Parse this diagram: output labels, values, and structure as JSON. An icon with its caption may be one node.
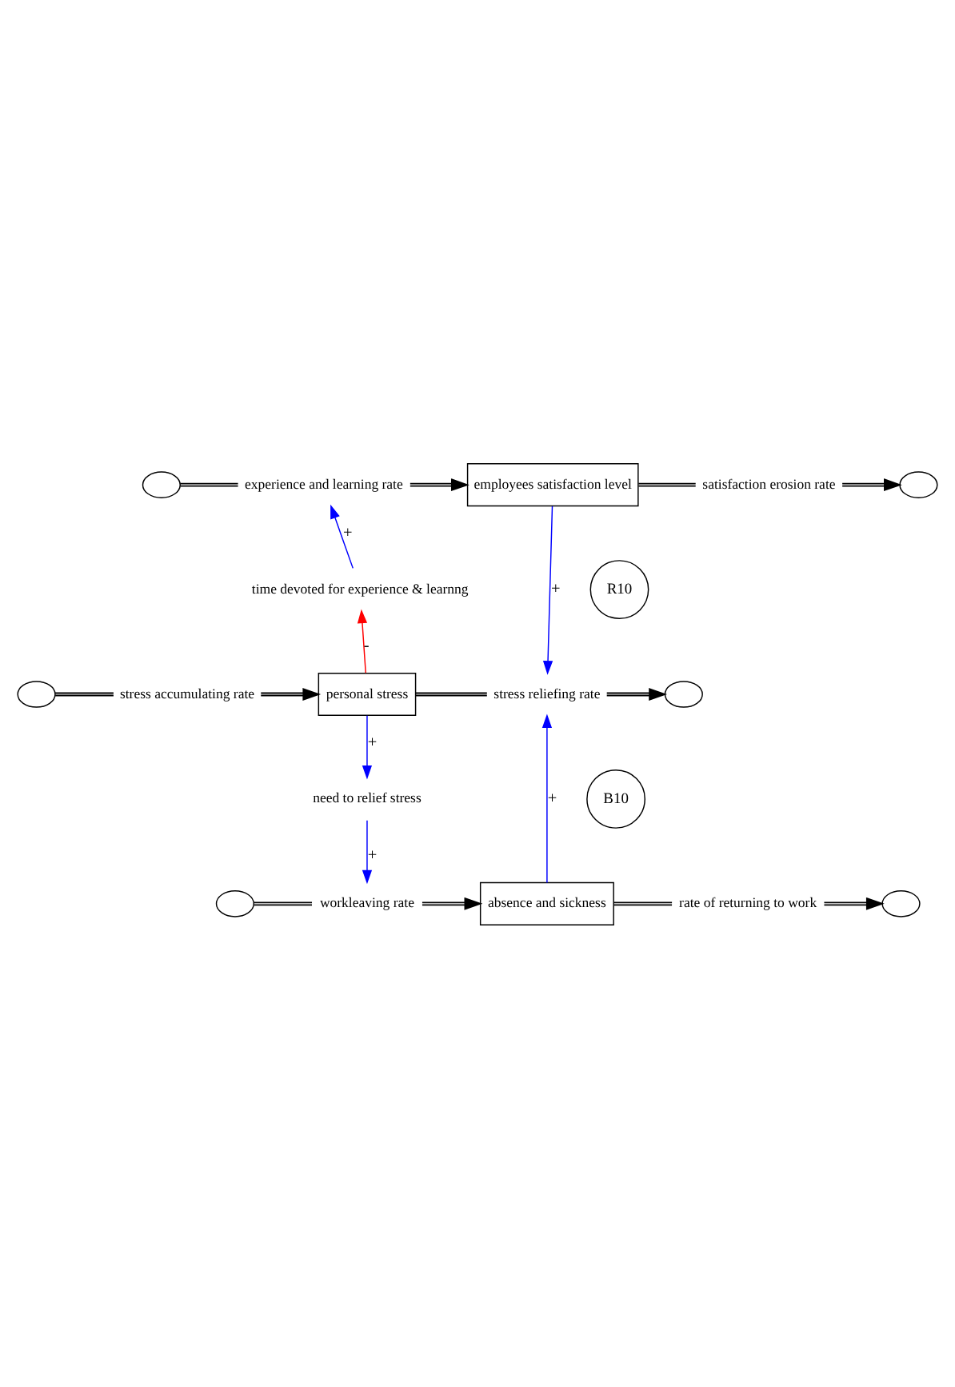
{
  "diagram": {
    "nodes": [
      {
        "text": [
          "employees satisfaction level"
        ]
      },
      {
        "text": [],
        "shape": "cloud"
      },
      {
        "text": [
          "satisfaction erosion rate"
        ]
      },
      {
        "text": [
          "experience and learning rate"
        ]
      },
      {
        "text": [],
        "shape": "cloud"
      },
      {
        "text": [
          "time devoted for experience & learnng"
        ]
      },
      {
        "text": [],
        "shape": "cloud"
      },
      {
        "text": [
          "stress accumulating rate"
        ]
      },
      {
        "text": [
          "personal stress"
        ]
      },
      {
        "text": [
          "stress reliefing rate"
        ]
      },
      {
        "text": [],
        "shape": "cloud"
      },
      {
        "text": [
          "need to relief stress"
        ]
      },
      {
        "text": [],
        "shape": "cloud"
      },
      {
        "text": [
          "workleaving rate"
        ]
      },
      {
        "text": [
          "absence and sickness"
        ]
      },
      {
        "text": [
          "rate of returning to work"
        ]
      },
      {
        "text": [],
        "shape": "cloud"
      }
    ],
    "edges": [
      {
        "from": 0,
        "to": 2,
        "arrow": "none"
      },
      {
        "from": 2,
        "to": 1,
        "arrow": "to"
      },
      {
        "from": 4,
        "to": 3,
        "arrow": "none"
      },
      {
        "from": 3,
        "to": 0,
        "arrow": "to"
      },
      {
        "from": 6,
        "to": 7,
        "arrow": "none"
      },
      {
        "from": 7,
        "to": 8,
        "arrow": "to"
      },
      {
        "from": 8,
        "to": 9,
        "arrow": "none"
      },
      {
        "from": 9,
        "to": 10,
        "arrow": "to"
      },
      {
        "from": 12,
        "to": 13,
        "arrow": "none"
      },
      {
        "from": 13,
        "to": 14,
        "arrow": "to"
      },
      {
        "from": 14,
        "to": 15,
        "arrow": "none"
      },
      {
        "from": 15,
        "to": 16,
        "arrow": "to"
      },
      {
        "from": 0,
        "to": 9,
        "arrow": "to",
        "label": "+",
        "color": "#0000ff"
      },
      {
        "from": 5,
        "to": 3,
        "arrow": "to",
        "label": "+",
        "color": "#0000ff"
      },
      {
        "from": 8,
        "to": 5,
        "arrow": "to",
        "label": "-",
        "color": "#ff0000"
      },
      {
        "from": 8,
        "to": 11,
        "arrow": "to",
        "label": "+",
        "color": "#0000ff"
      },
      {
        "from": 11,
        "to": 13,
        "arrow": "to",
        "label": "+",
        "color": "#0000ff"
      },
      {
        "from": 14,
        "to": 9,
        "arrow": "to",
        "label": "+",
        "color": "#0000ff"
      }
    ],
    "labels": [
      "R10",
      "B10"
    ]
  }
}
